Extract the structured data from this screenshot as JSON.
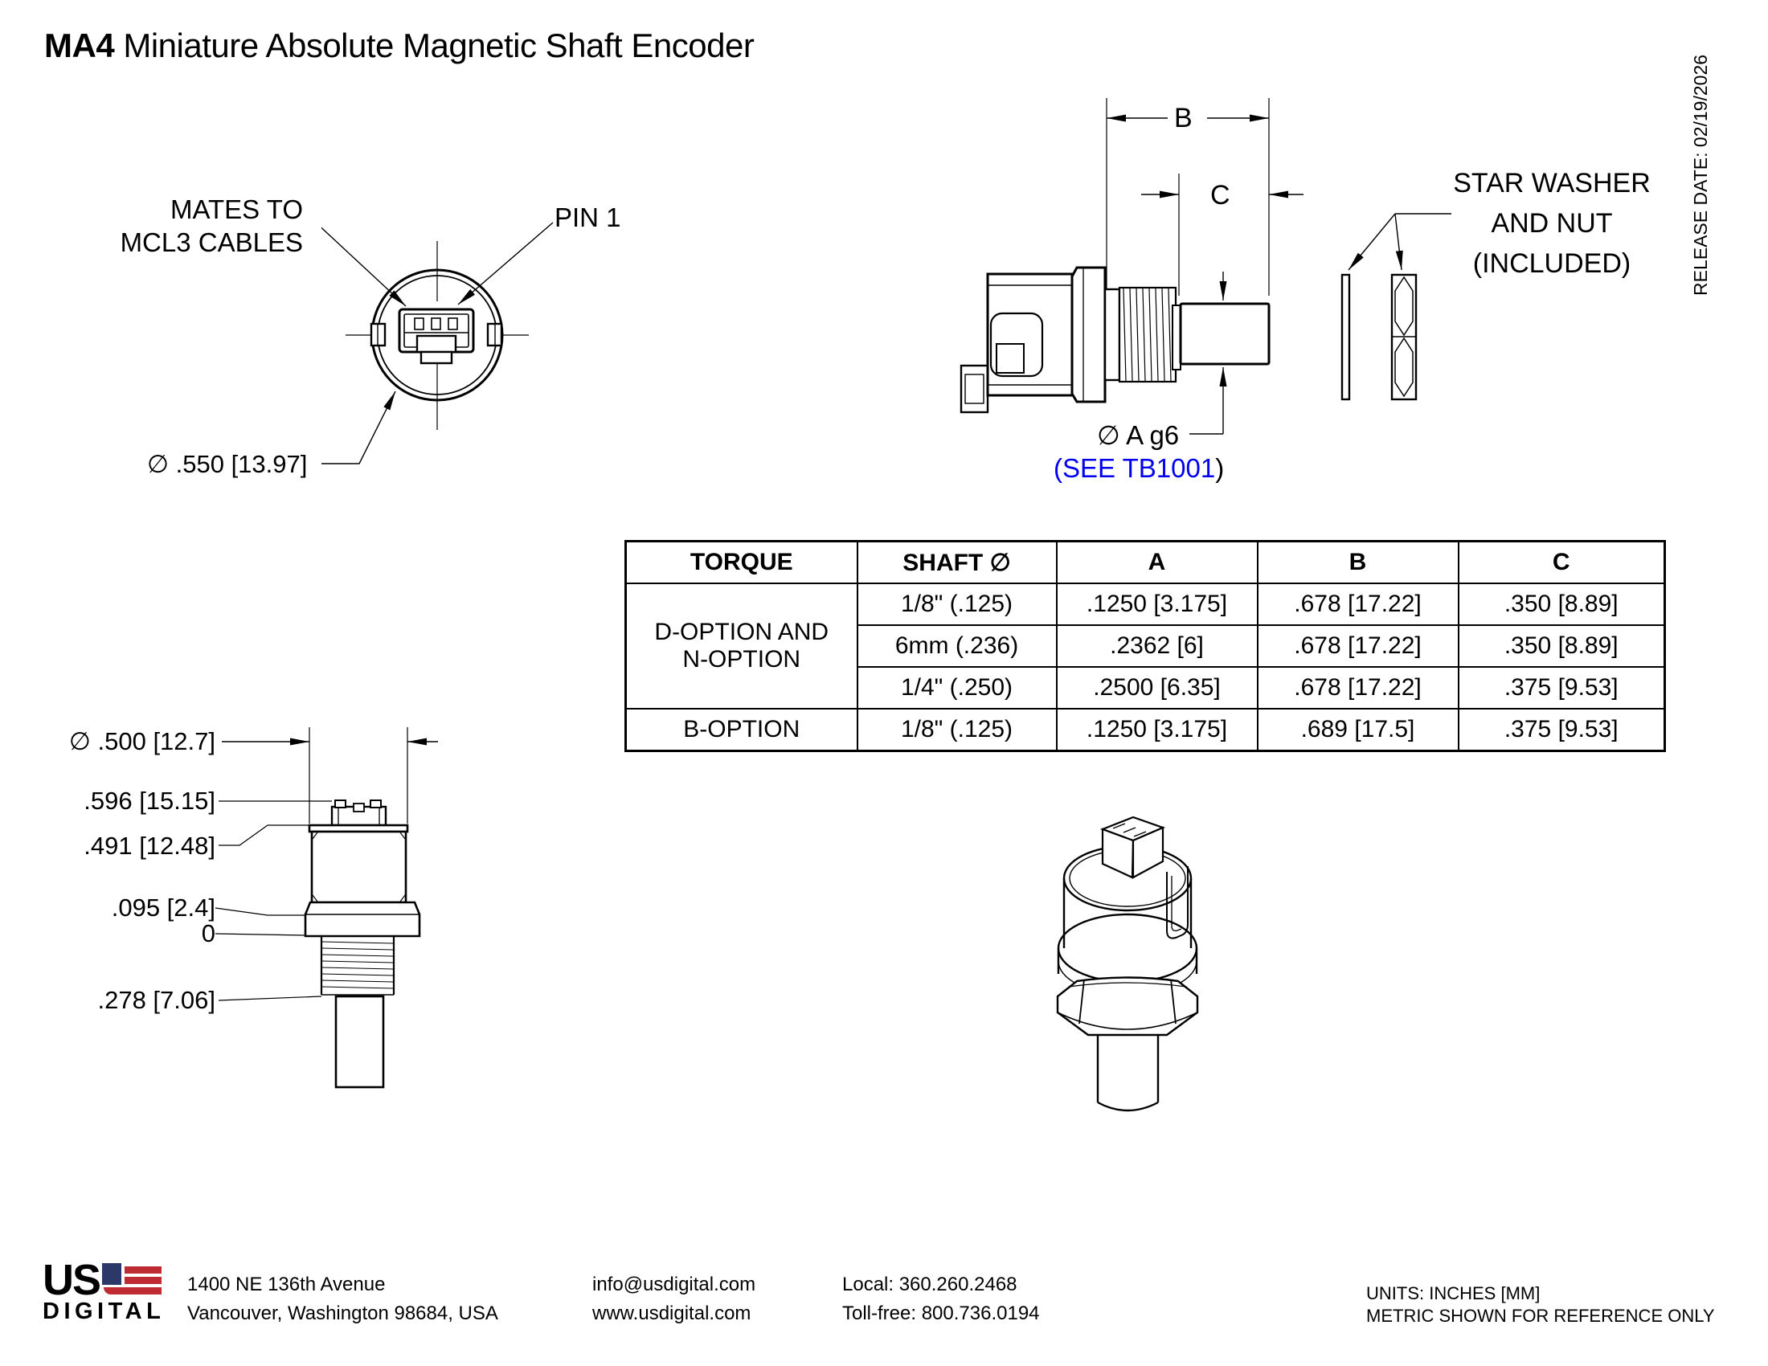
{
  "title": {
    "model": "MA4",
    "name": " Miniature Absolute Magnetic Shaft Encoder"
  },
  "release_date": "RELEASE DATE: 02/19/2026",
  "connector_view": {
    "mates_label": "MATES TO\nMCL3 CABLES",
    "pin_label": "PIN 1",
    "diameter_label": "∅ .550 [13.97]"
  },
  "side_view": {
    "dim_b_label": "B",
    "dim_c_label": "C",
    "washer_label": "STAR WASHER\nAND NUT\n(INCLUDED)",
    "shaft_dia_label": "∅ A g6",
    "link_label": "(SEE TB1001",
    "link_close": ")"
  },
  "torque_table": {
    "headers": [
      "TORQUE",
      "SHAFT ∅",
      "A",
      "B",
      "C"
    ],
    "rows": [
      {
        "torque": "D-OPTION AND\nN-OPTION",
        "shaft": "1/8\" (.125)",
        "a": ".1250 [3.175]",
        "b": ".678 [17.22]",
        "c": ".350 [8.89]"
      },
      {
        "shaft": "6mm (.236)",
        "a": ".2362 [6]",
        "b": ".678 [17.22]",
        "c": ".350 [8.89]"
      },
      {
        "shaft": "1/4\" (.250)",
        "a": ".2500 [6.35]",
        "b": ".678 [17.22]",
        "c": ".375 [9.53]"
      },
      {
        "torque": "B-OPTION",
        "shaft": "1/8\" (.125)",
        "a": ".1250 [3.175]",
        "b": ".689 [17.5]",
        "c": ".375 [9.53]"
      }
    ]
  },
  "profile_view": {
    "dims": {
      "d500": "∅ .500 [12.7]",
      "d596": ".596 [15.15]",
      "d491": ".491 [12.48]",
      "d095": ".095 [2.4]",
      "d0": "0",
      "d278": ".278 [7.06]"
    }
  },
  "footer": {
    "logo_us": "US",
    "logo_digital": "DIGITAL",
    "address_line1": "1400 NE 136th Avenue",
    "address_line2": "Vancouver, Washington 98684, USA",
    "email": "info@usdigital.com",
    "website": "www.usdigital.com",
    "phone_local": "Local: 360.260.2468",
    "phone_tollfree": "Toll-free: 800.736.0194",
    "units_line1": "UNITS: INCHES [MM]",
    "units_line2": "METRIC SHOWN FOR REFERENCE ONLY"
  }
}
